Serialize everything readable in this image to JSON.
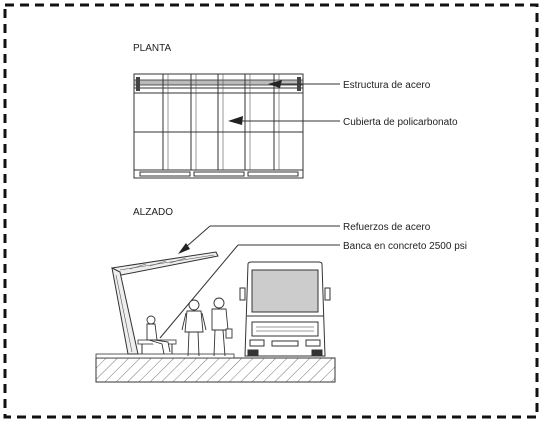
{
  "sections": {
    "plan_title": "PLANTA",
    "elevation_title": "ALZADO"
  },
  "callouts": {
    "steel_structure": "Estructura de acero",
    "polycarbonate_roof": "Cubierta de policarbonato",
    "steel_reinforcements": "Refuerzos de acero",
    "concrete_bench": "Banca en concreto 2500 psi"
  },
  "colors": {
    "line": "#333333",
    "frame_dash": "#111111",
    "hatch": "#777777",
    "label": "#222222"
  }
}
